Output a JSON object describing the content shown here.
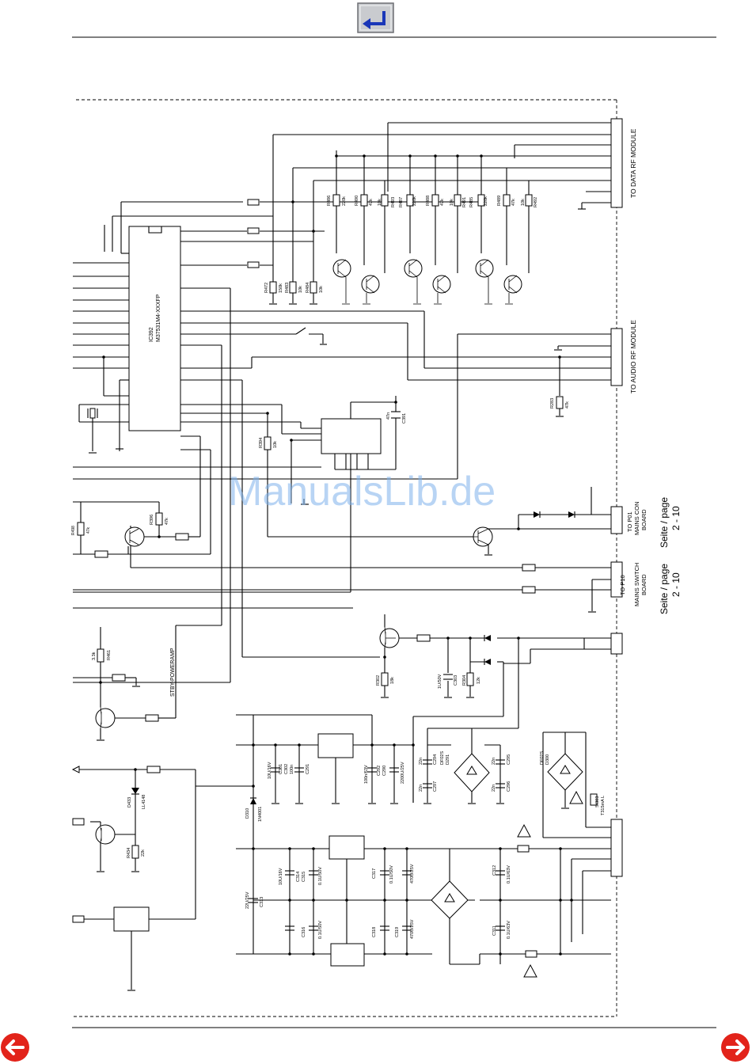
{
  "nav": {
    "back_icon": "return-arrow-icon",
    "prev_icon": "left-arrow-icon",
    "next_icon": "right-arrow-icon",
    "button_color": "#1a37b8",
    "arrow_color": "#e2231a"
  },
  "watermark": "ManualsLib.de",
  "ic": {
    "ref": "IC392",
    "part": "M37531M4-XXXFP"
  },
  "connectors": {
    "rf_data": "TO DATA RF MODULE",
    "rf_audio": "TO AUDIO RF MODULE",
    "p01_title": "TO P01",
    "p01_board": "MAINS CON",
    "p01_board2": "BOARD",
    "p10_title": "TO P10",
    "p10_board": "MAINS SWITCH",
    "p10_board2": "BOARD",
    "page_ref_label": "Seite / page",
    "page_ref_num": "2 - 10"
  },
  "net_label": "STBY-POWERAMP",
  "components": {
    "r486": "R486",
    "r486v": "220k",
    "r490": "R490",
    "r490v": "47k",
    "r493": "R493",
    "r493v": "10k",
    "r487": "R487",
    "r487v": "220k",
    "r488": "R488",
    "r488v": "47k",
    "r491": "R491",
    "r491v": "10k",
    "r485": "R485",
    "r485v": "220k",
    "r489": "R489",
    "r489v": "47k",
    "r492": "R492",
    "r492v": "10k",
    "r472": "R472",
    "r472v": "150k",
    "r483": "R483",
    "r483v": "10k",
    "r484": "R484",
    "r484v": "10k",
    "r283": "R283",
    "r283v": "47k",
    "c391": "C391",
    "c391v": "47n",
    "r394": "R394",
    "r394v": "10k",
    "r396": "R396",
    "r396v": "47k",
    "r498": "R498",
    "r498v": "47k",
    "r461": "R461",
    "r461v": "3.3k",
    "r302": "R302",
    "r302v": "18k",
    "c303": "C303",
    "c303v": "1U/50V",
    "r304": "R304",
    "r304v": "12k",
    "d433": "D433",
    "d433v": "LL4148",
    "r434": "R434",
    "r434v": "22k",
    "d310": "D310",
    "d310v": "1N4001",
    "c301": "C301",
    "c301v": "10U/16V",
    "c302": "C302",
    "c302v": "100n",
    "c291": "C291",
    "c292": "C292",
    "c292v": "100n/63V",
    "c290": "C290",
    "c290v": "2200U/25V",
    "c294": "C294",
    "c294v": "22n",
    "d291": "D291",
    "d291v": "DF02S",
    "c295": "C295",
    "c295v": "22n",
    "c297": "C297",
    "c297v": "22n",
    "c296": "C296",
    "c296v": "22n",
    "d300": "D300",
    "d300v": "DF02S",
    "si303": "SI303",
    "si303v": "T315mA L",
    "c313": "C313",
    "c313v": "22U/25V",
    "c314": "C314",
    "c314v": "10U/16V",
    "c315": "C315",
    "c315v": "0.1U/50V",
    "c317": "C317",
    "c317v": "0.1U/50V",
    "c318": "C318",
    "c318v": "470U/25V",
    "c316": "C316",
    "c316v": "0.1U/50V",
    "c319": "C319",
    "c319v": "470U/25V",
    "c312": "C312",
    "c312v": "0.1U/63V",
    "c311": "C311",
    "c311v": "0.1U/63V"
  }
}
